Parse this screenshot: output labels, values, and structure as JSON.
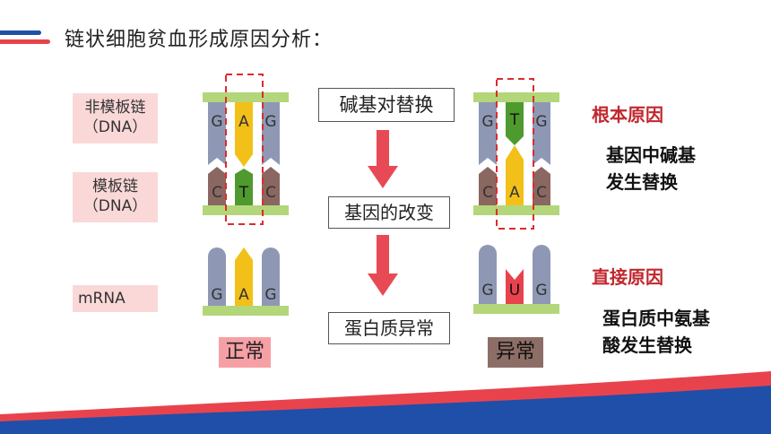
{
  "title": "链状细胞贫血形成原因分析：",
  "labels": {
    "non_template_line1": "非模板链",
    "non_template_line2": "（DNA）",
    "template_line1": "模板链",
    "template_line2": "（DNA）",
    "mrna": "mRNA"
  },
  "steps": {
    "step1": "碱基对替换",
    "step2": "基因的改变",
    "step3": "蛋白质异常"
  },
  "normal": {
    "tag": "正常",
    "top_bases": [
      "G",
      "A",
      "G"
    ],
    "bottom_bases": [
      "C",
      "T",
      "C"
    ],
    "mrna_bases": [
      "G",
      "A",
      "G"
    ]
  },
  "abnormal": {
    "tag": "异常",
    "top_bases": [
      "G",
      "T",
      "G"
    ],
    "bottom_bases": [
      "C",
      "A",
      "C"
    ],
    "mrna_bases": [
      "G",
      "U",
      "G"
    ]
  },
  "right": {
    "root_title": "根本原因",
    "root_line1": "基因中碱基",
    "root_line2": "发生替换",
    "direct_title": "直接原因",
    "direct_line1": "蛋白质中氨基",
    "direct_line2": "酸发生替换"
  },
  "colors": {
    "backbone": "#b4d67a",
    "base_blue": "#8e98b5",
    "base_brown": "#8a6760",
    "base_yellow": "#f2c018",
    "base_green": "#4f9a2e",
    "base_red": "#e8434d",
    "arrow": "#e84a55",
    "accent_red": "#c0272d"
  }
}
